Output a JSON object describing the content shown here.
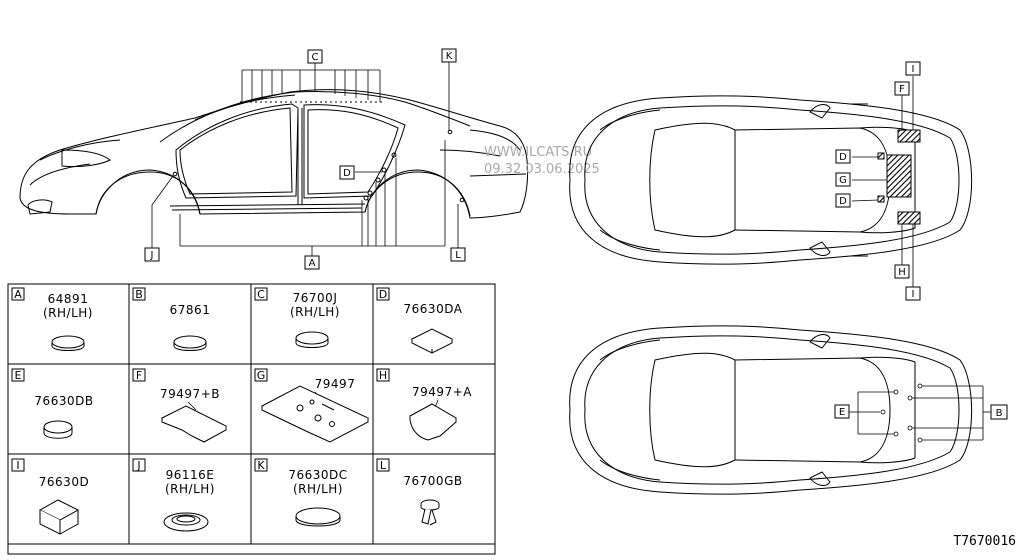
{
  "watermark": [
    "WWW.ILCATS.RU",
    "09.32 03.06.2025"
  ],
  "figure_code": "T7670016",
  "callouts": {
    "side": [
      "C",
      "K",
      "D",
      "J",
      "A",
      "L"
    ],
    "top": [
      "I",
      "F",
      "D",
      "G",
      "D",
      "H",
      "I"
    ],
    "bottom": [
      "E",
      "B"
    ]
  },
  "parts": [
    {
      "code": "A",
      "number": "64891",
      "note": "(RH/LH)"
    },
    {
      "code": "B",
      "number": "67861",
      "note": ""
    },
    {
      "code": "C",
      "number": "76700J",
      "note": "(RH/LH)"
    },
    {
      "code": "D",
      "number": "76630DA",
      "note": ""
    },
    {
      "code": "E",
      "number": "76630DB",
      "note": ""
    },
    {
      "code": "F",
      "number": "79497+B",
      "note": ""
    },
    {
      "code": "G",
      "number": "79497",
      "note": ""
    },
    {
      "code": "H",
      "number": "79497+A",
      "note": ""
    },
    {
      "code": "I",
      "number": "76630D",
      "note": ""
    },
    {
      "code": "J",
      "number": "96116E",
      "note": "(RH/LH)"
    },
    {
      "code": "K",
      "number": "76630DC",
      "note": "(RH/LH)"
    },
    {
      "code": "L",
      "number": "76700GB",
      "note": ""
    }
  ]
}
